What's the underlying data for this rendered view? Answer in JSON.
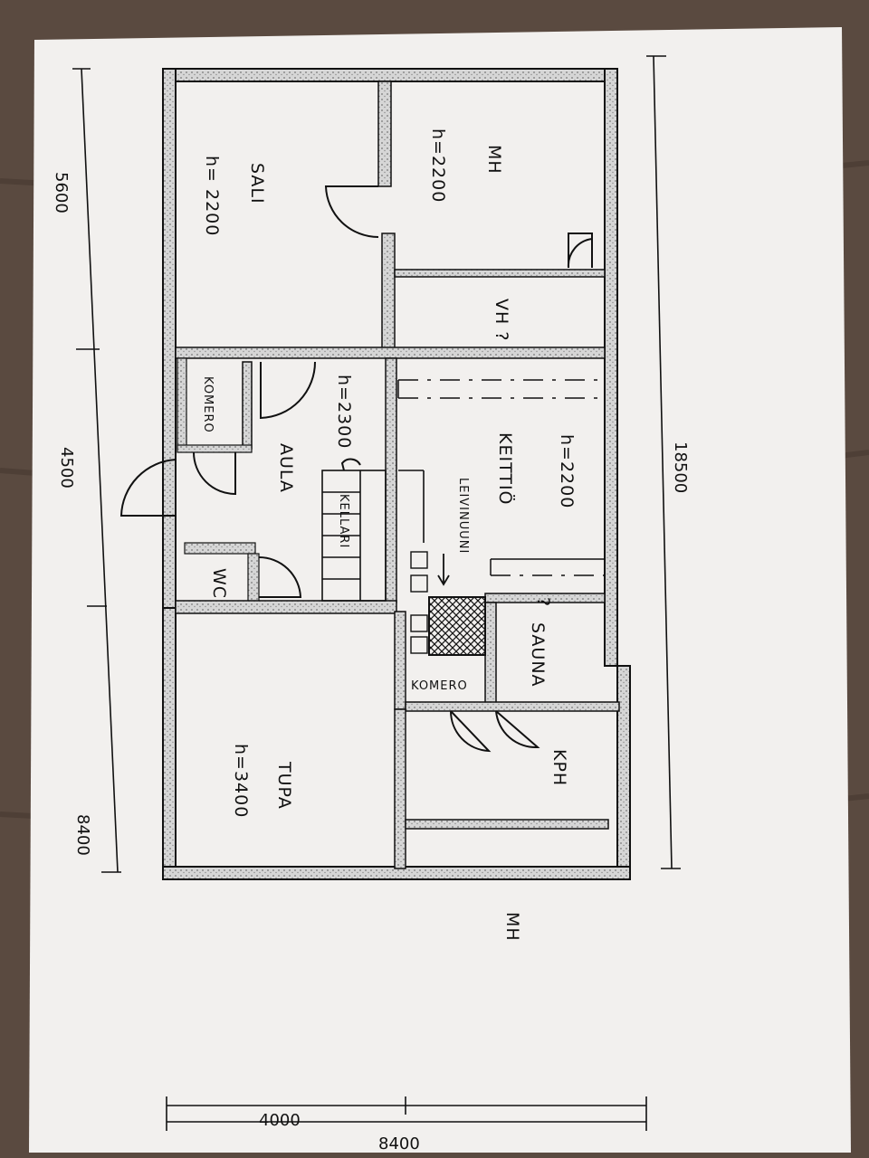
{
  "rooms": {
    "mh_top": "MH",
    "mh_top_height": "h=2200",
    "sali": "SALI",
    "sali_height": "h= 2200",
    "vh": "VH ?",
    "komero_left": "KOMERO",
    "aula": "AULA",
    "aula_height": "h=2300",
    "kellari": "KELLARI",
    "keittio": "KEITTIÖ",
    "keittio_height": "h=2200",
    "leivinuuni": "LEIVINUUNI",
    "wc": "WC",
    "sauna": "SAUNA",
    "sauna_q": "?",
    "komero_mid": "KOMERO",
    "tupa": "TUPA",
    "tupa_height": "h=3400",
    "kph": "KPH",
    "mh_bottom": "MH"
  },
  "dimensions": {
    "left_top": "5600",
    "left_mid": "4500",
    "left_bottom": "8400",
    "right_total": "18500",
    "bottom_partial": "4000",
    "bottom_total": "8400"
  },
  "colors": {
    "paper": "#f2f0ee",
    "ink": "#111111",
    "wood": "#5a4a40",
    "wall_fill": "#d9d9d9"
  }
}
